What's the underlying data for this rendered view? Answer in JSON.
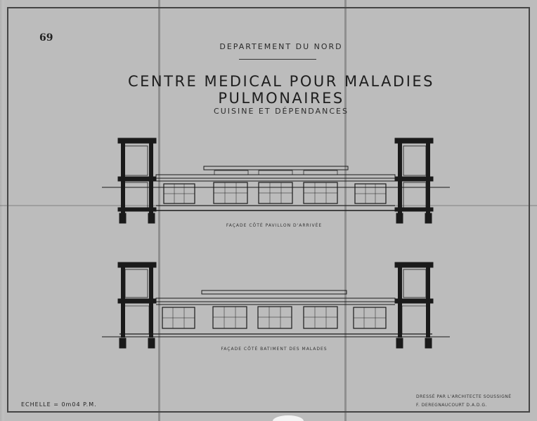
{
  "sheet_number": "69",
  "department": "DEPARTEMENT DU NORD",
  "title": "CENTRE MEDICAL POUR MALADIES PULMONAIRES",
  "subtitle": "CUISINE ET DÉPENDANCES",
  "elevations": [
    {
      "caption": "FAÇADE CÔTÉ PAVILLON D'ARRIVÉE"
    },
    {
      "caption": "FAÇADE CÔTÉ BATIMENT DES MALADES"
    }
  ],
  "scale": "ECHELLE = 0m04 P.M.",
  "signature": {
    "line1": "DRESSÉ PAR L'ARCHITECTE SOUSSIGNÉ",
    "line2": "F. DEREGNAUCOURT D.A.D.G."
  }
}
